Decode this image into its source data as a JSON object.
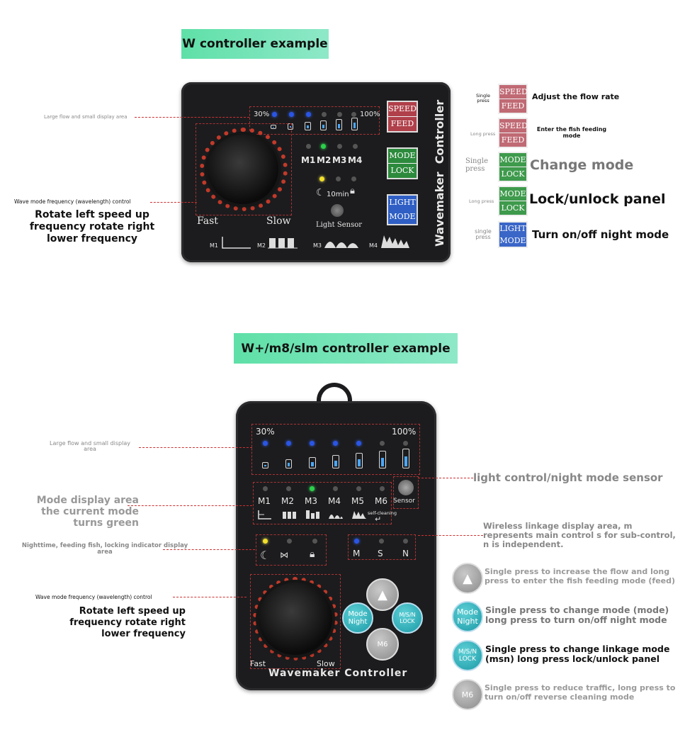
{
  "titles": {
    "w": "W controller example",
    "wplus": "W+/m8/slm controller example"
  },
  "w_device": {
    "pct_low": "30%",
    "pct_high": "100%",
    "modes": [
      "M1",
      "M2",
      "M3",
      "M4"
    ],
    "timer": "10min",
    "fast": "Fast",
    "slow": "Slow",
    "light_sensor": "Light Sensor",
    "side_text": "Wavemaker  Controller",
    "wave_labels": [
      "M1",
      "M2",
      "M3",
      "M4"
    ],
    "btn_speed": "SPEED",
    "btn_feed": "FEED",
    "btn_mode": "MODE",
    "btn_lock": "LOCK",
    "btn_light": "LIGHT",
    "btn_light_mode": "MODE",
    "lock_icon": "lock-icon",
    "moon_icon": "moon-icon"
  },
  "w_annotations": {
    "large_flow": "Large flow and small display area",
    "wave_mode": "Wave mode frequency (wavelength) control",
    "rotate_line1": "Rotate left speed up",
    "rotate_line2": "frequency rotate right",
    "rotate_line3": "lower frequency",
    "single_press": "Single press",
    "long_press": "Long press",
    "adjust_flow": "Adjust the flow rate",
    "enter_feeding": "Enter the fish feeding mode",
    "single_press_2": "Single press",
    "change_mode": "Change mode",
    "long_press_2": "Long press",
    "lock_unlock": "Lock/unlock panel",
    "single_press_3": "single press",
    "night_mode": "Turn on/off night mode"
  },
  "wplus_device": {
    "pct_low": "30%",
    "pct_high": "100%",
    "modes": [
      "M1",
      "M2",
      "M3",
      "M4",
      "M5",
      "M6"
    ],
    "self_cleaning": "self-cleaning",
    "sensor": "Sensor",
    "links": [
      "M",
      "S",
      "N"
    ],
    "fast": "Fast",
    "slow": "Slow",
    "footer": "Wavemaker Controller",
    "mode_btn_1": "Mode",
    "mode_btn_2": "Night",
    "msn_btn_1": "M/S/N",
    "msn_btn_2": "LOCK",
    "m6_btn": "M6"
  },
  "wplus_annotations": {
    "large_flow_1": "Large flow and small display",
    "large_flow_2": "area",
    "mode_display_1": "Mode display area",
    "mode_display_2": "the current mode",
    "mode_display_3": "turns green",
    "night_indicator_1": "Nighttime, feeding fish, locking indicator display",
    "night_indicator_2": "area",
    "wave_mode": "Wave mode frequency (wavelength) control",
    "rotate_line1": "Rotate left speed up",
    "rotate_line2": "frequency rotate right",
    "rotate_line3": "lower frequency",
    "light_sensor": "light control/night mode sensor",
    "wireless_1": "Wireless linkage display area, m",
    "wireless_2": "represents main control s for sub-control,",
    "wireless_3": "n is independent.",
    "up_1": "Single press to increase the flow and long",
    "up_2": "press to enter the fish feeding mode (feed)",
    "mode_1": "Single press to change mode (mode)",
    "mode_2": "long press to turn on/off night mode",
    "msn_1": "Single press to change linkage mode",
    "msn_2": "(msn) long press lock/unlock panel",
    "down_1": "Single press to reduce traffic, long press to",
    "down_2": "turn on/off reverse cleaning mode",
    "icon_mode_1": "Mode",
    "icon_mode_2": "Night",
    "icon_msn_1": "M/S/N",
    "icon_msn_2": "LOCK",
    "icon_m6": "M6"
  }
}
